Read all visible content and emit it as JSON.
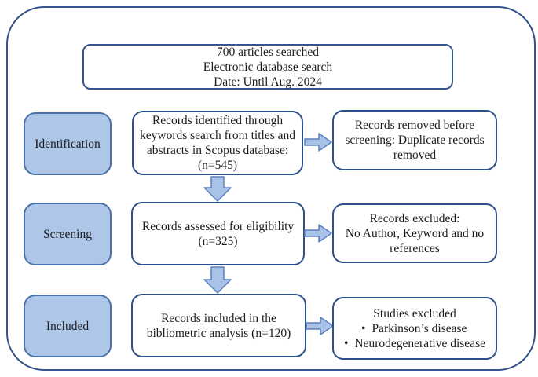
{
  "diagram": {
    "title_box": {
      "text": "700 articles searched\nElectronic database search\nDate: Until Aug. 2024"
    },
    "stages": [
      {
        "label": "Identification"
      },
      {
        "label": "Screening"
      },
      {
        "label": "Included"
      }
    ],
    "main_boxes": [
      {
        "text": "Records identified through\nkeywords search from titles and\nabstracts in Scopus database:\n(n=545)",
        "n": 545
      },
      {
        "text": "Records assessed for eligibility\n(n=325)",
        "n": 325
      },
      {
        "text": "Records included in the\nbibliometric analysis (n=120)",
        "n": 120
      }
    ],
    "side_boxes": [
      {
        "text": "Records removed before\nscreening: Duplicate records\nremoved"
      },
      {
        "text": "Records excluded:\nNo Author, Keyword and no\nreferences"
      },
      {
        "title": "Studies excluded",
        "bullet_char": "•",
        "bullets": [
          "Parkinson’s disease",
          "Neurodegenerative disease"
        ]
      }
    ],
    "colors": {
      "outer_border": "#35548b",
      "stage_fill": "#aec6e8",
      "stage_border": "#4c70a8",
      "box_border": "#2d4f8a",
      "arrow_fill": "#a9c2e8",
      "arrow_stroke": "#5b80c0",
      "text": "#1c1c1c",
      "background": "#ffffff"
    }
  }
}
